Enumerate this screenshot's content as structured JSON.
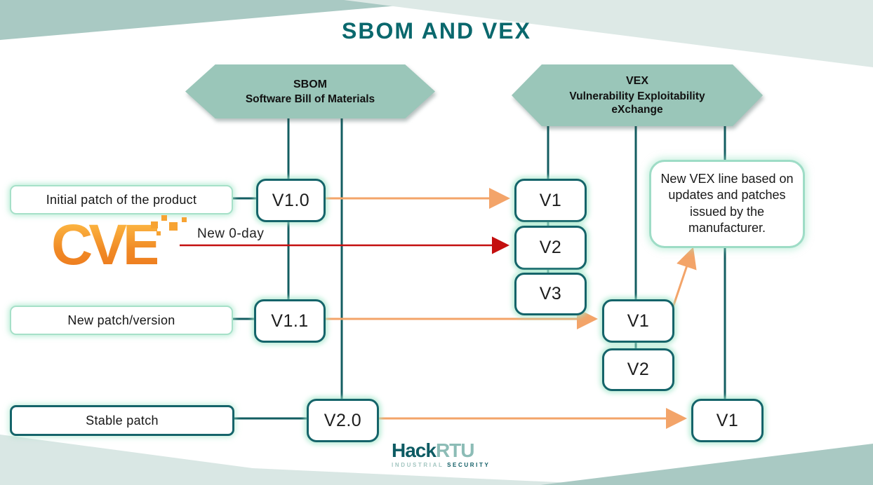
{
  "title": "SBOM AND VEX",
  "hexagons": {
    "sbom": {
      "title": "SBOM",
      "subtitle": "Software Bill of Materials"
    },
    "vex": {
      "title": "VEX",
      "subtitle": "Vulnerability Exploitability eXchange"
    }
  },
  "side_labels": {
    "initial": "Initial patch of the product",
    "new_patch": "New patch/version",
    "stable": "Stable patch"
  },
  "boxes": {
    "sbom_v10": "V1.0",
    "sbom_v11": "V1.1",
    "sbom_v20": "V2.0",
    "vex_a_v1": "V1",
    "vex_a_v2": "V2",
    "vex_a_v3": "V3",
    "vex_b_v1": "V1",
    "vex_b_v2": "V2",
    "vex_c_v1": "V1"
  },
  "annotation": "New VEX line based on updates and patches issued by the manufacturer.",
  "cve": {
    "label": "CVE"
  },
  "zero_day": "New 0-day",
  "footer": {
    "brand_bold": "Hack",
    "brand_light": "RTU",
    "tagline_light": "INDUSTRIAL",
    "tagline_bold": "SECURITY"
  },
  "colors": {
    "title": "#0a686d",
    "teal_line": "#135d61",
    "box_border": "#15646a",
    "mint_border": "#9edcc6",
    "hex_fill": "#9ac6b9",
    "orange_arrow": "#f3a469",
    "red_arrow": "#c40f0f",
    "cve_orange": "#f7941e",
    "wedge_dark": "#a9c9c3",
    "wedge_light": "#dde9e6"
  }
}
